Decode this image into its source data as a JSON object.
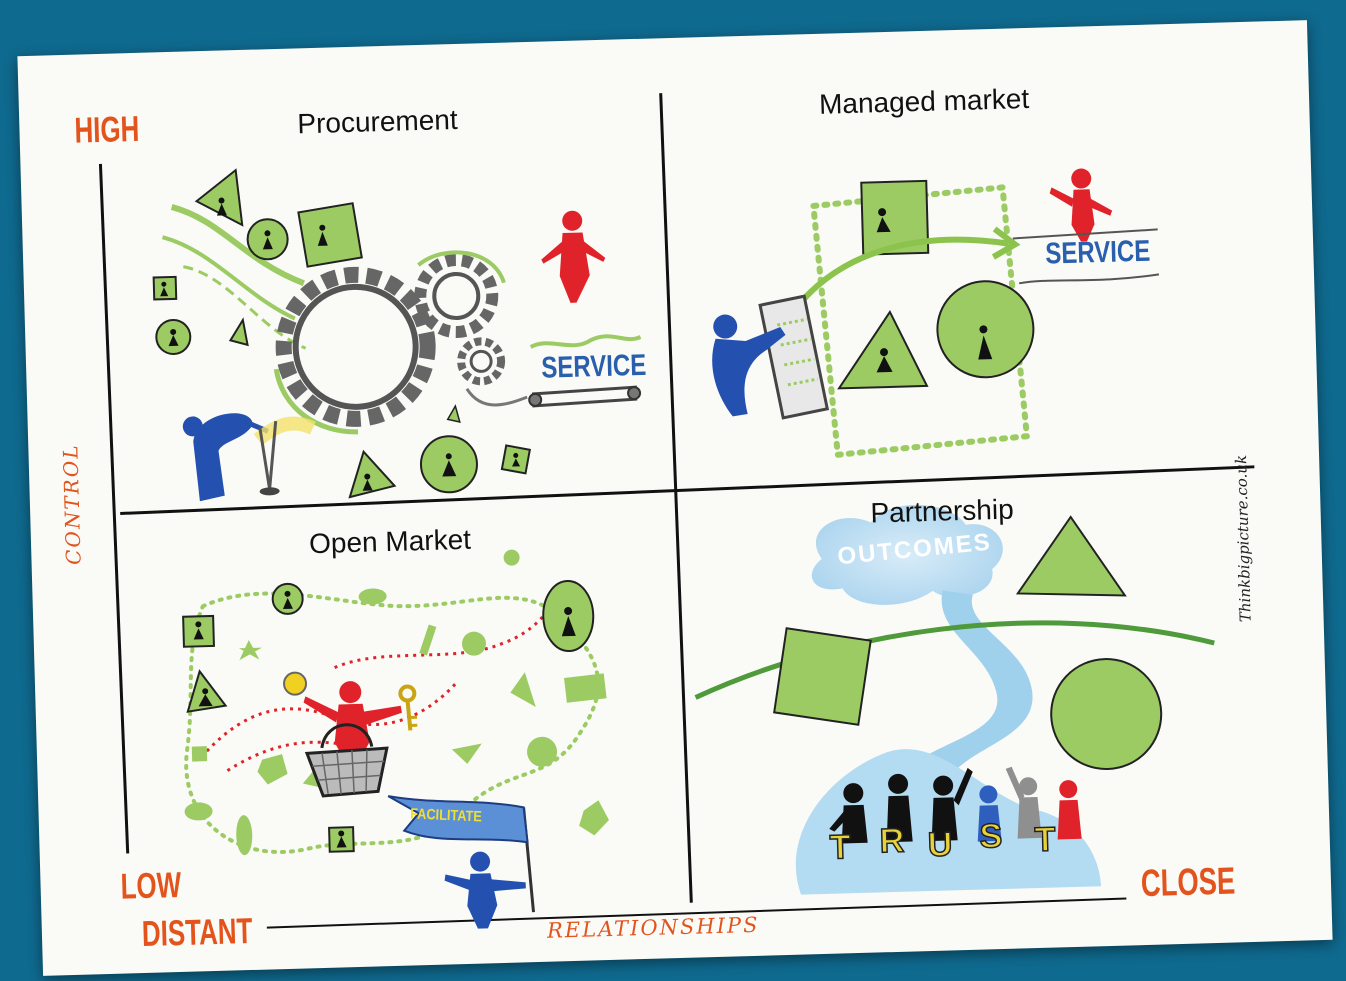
{
  "diagram": {
    "quadrants": {
      "top_left": {
        "title": "Procurement",
        "service_label": "SERVICE"
      },
      "top_right": {
        "title": "Managed market",
        "service_label": "SERVICE"
      },
      "bottom_left": {
        "title": "Open Market",
        "banner_text": "FACILITATE"
      },
      "bottom_right": {
        "title": "Partnership",
        "cloud_text": "OUTCOMES",
        "trust_letters": [
          "T",
          "R",
          "U",
          "S",
          "T"
        ]
      }
    },
    "axes": {
      "y_label": "CONTROL",
      "y_high": "HIGH",
      "y_low": "LOW",
      "x_label": "RELATIONSHIPS",
      "x_left": "DISTANT",
      "x_right": "CLOSE"
    },
    "credit": "Thinkbigpicture.co.uk",
    "colors": {
      "background": "#0f6a8f",
      "paper": "#fafaf7",
      "shape_green": "#9ccb63",
      "accent_orange": "#e3541d",
      "figure_red": "#e0232a",
      "figure_blue": "#2450b0",
      "service_blue": "#2a5fae",
      "sky_blue": "#bfe0f2"
    }
  }
}
